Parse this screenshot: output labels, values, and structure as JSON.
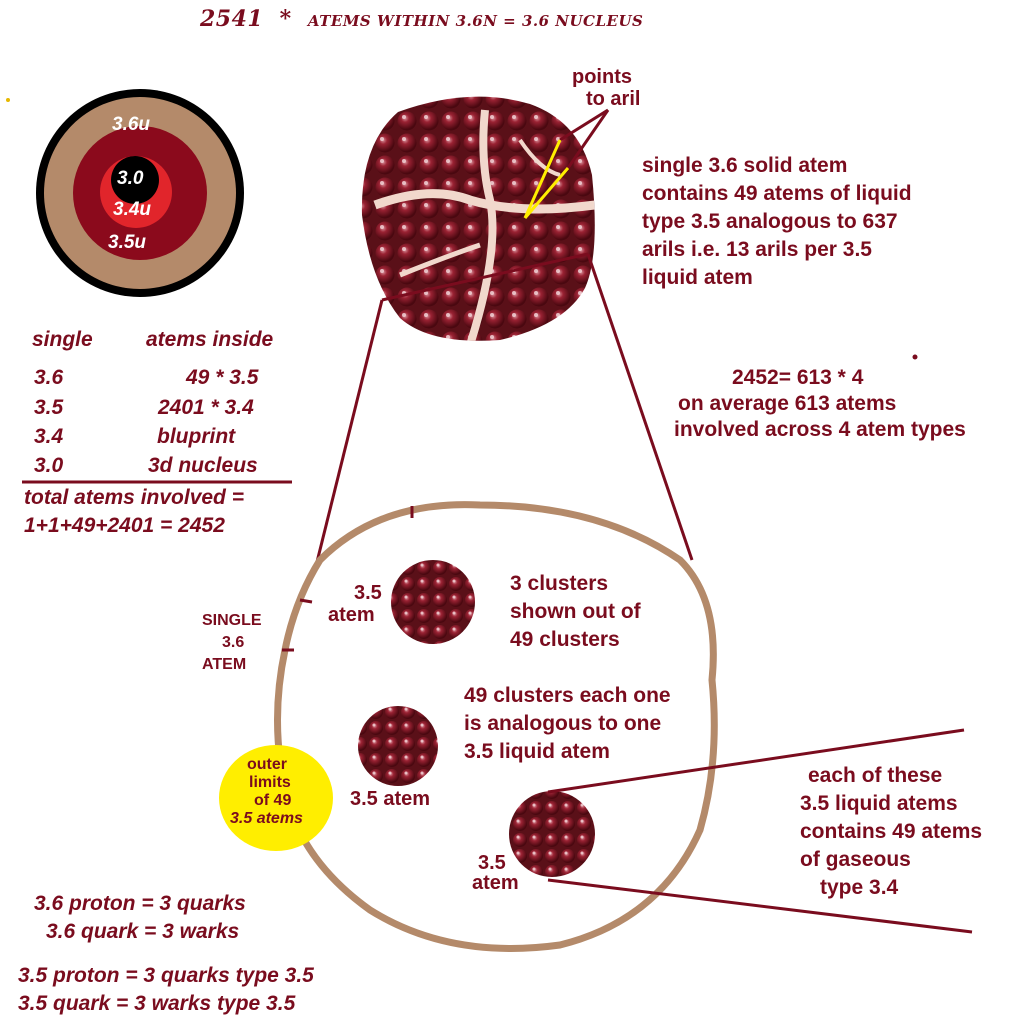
{
  "title": {
    "number": "2541",
    "star": "*",
    "rest": "ATEMS WITHIN 3.6N = 3.6 NUCLEUS"
  },
  "rings": {
    "outer": "3.6u",
    "core": "3.0",
    "middle": "3.4u",
    "inner": "3.5u"
  },
  "colors": {
    "text": "#7a0c1e",
    "outer_ring": "#b48a6a",
    "dark_ring": "#8b0a1c",
    "red_ring": "#e1252b",
    "yellow": "#ffee00"
  },
  "table": {
    "header": [
      "single",
      "atems inside"
    ],
    "rows": [
      [
        "3.6",
        "49 * 3.5"
      ],
      [
        "3.5",
        "2401 * 3.4"
      ],
      [
        "3.4",
        "bluprint"
      ],
      [
        "3.0",
        "3d nucleus"
      ]
    ],
    "total_line1": "total atems involved =",
    "total_line2": "1+1+49+2401 = 2452"
  },
  "pointer_label": [
    "points",
    "to aril"
  ],
  "right_text_1": [
    "single 3.6 solid atem",
    "contains 49 atems of liquid",
    "type 3.5 analogous to  637",
    "arils i.e. 13 arils per 3.5",
    "liquid atem"
  ],
  "right_text_2": [
    "2452= 613 * 4",
    "on average 613 atems",
    "involved across 4 atem types"
  ],
  "single_label": [
    "SINGLE",
    "3.6",
    "ATEM"
  ],
  "atem_labels": {
    "a1": [
      "3.5",
      "atem"
    ],
    "a2": "3.5 atem",
    "a3": [
      "3.5",
      "atem"
    ]
  },
  "cluster_text_1": [
    "3 clusters",
    "shown out of",
    "49 clusters"
  ],
  "cluster_text_2": [
    "49 clusters each one",
    "is analogous to one",
    "3.5 liquid atem"
  ],
  "yellow_text": [
    "outer",
    "limits",
    "of 49",
    "3.5 atems"
  ],
  "right_text_3": [
    "each of these",
    "3.5 liquid atems",
    "contains 49 atems",
    "of gaseous",
    "type 3.4"
  ],
  "bottom_text": [
    "3.6 proton = 3 quarks",
    "3.6 quark = 3 warks",
    "3.5 proton = 3 quarks type 3.5",
    "3.5 quark  = 3 warks type 3.5"
  ]
}
